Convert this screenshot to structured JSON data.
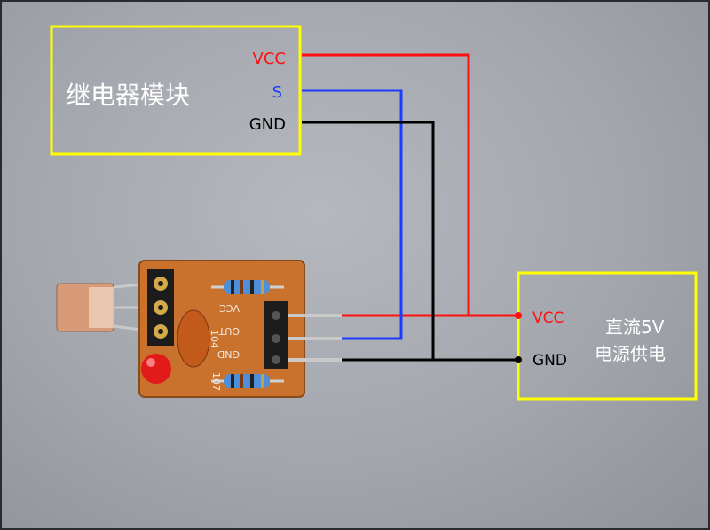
{
  "relay_box": {
    "title": "继电器模块",
    "pins": {
      "vcc": "VCC",
      "s": "S",
      "gnd": "GND"
    }
  },
  "power_box": {
    "line1": "直流5V",
    "line2": "电源供电",
    "pins": {
      "vcc": "VCC",
      "gnd": "GND"
    }
  },
  "board": {
    "silk_vcc": "VCC",
    "silk_out": "OUT",
    "silk_gnd": "GND",
    "cap_label": "104",
    "resistor_label": "107"
  },
  "colors": {
    "frame": "#ffff00",
    "vcc_wire": "#ff1010",
    "s_wire": "#1a3cff",
    "gnd_wire": "#000000",
    "pcb": "#c8722e"
  }
}
